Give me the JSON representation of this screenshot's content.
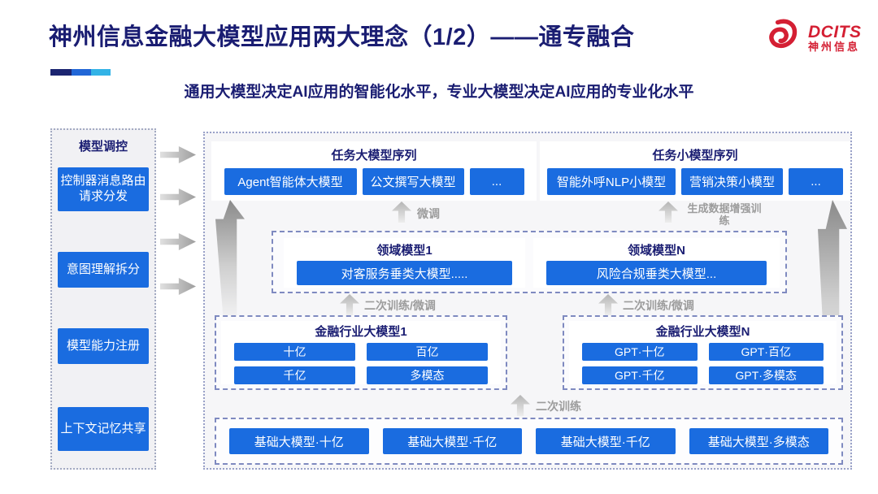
{
  "header": {
    "title": "神州信息金融大模型应用两大理念（1/2）——通专融合",
    "subtitle": "通用大模型决定AI应用的智能化水平，专业大模型决定AI应用的专业化水平",
    "logo": {
      "brand": "DCITS",
      "brand_cn": "神州信息"
    }
  },
  "colors": {
    "accent_blue": "#1a6ce0",
    "title_navy": "#1a1d72",
    "logo_red": "#d41f33",
    "flow_label_gray": "#9c9c9c",
    "accent_bar": [
      "#1b2470",
      "#2166d6",
      "#33b3e6"
    ]
  },
  "sidebar": {
    "title": "模型调控",
    "items": [
      {
        "label": "控制器消息路由请求分发"
      },
      {
        "label": "意图理解拆分"
      },
      {
        "label": "模型能力注册"
      },
      {
        "label": "上下文记忆共享"
      }
    ]
  },
  "diagram": {
    "task_large_series": {
      "title": "任务大模型序列",
      "items": [
        "Agent智能体大模型",
        "公文撰写大模型",
        "..."
      ]
    },
    "task_small_series": {
      "title": "任务小模型序列",
      "items": [
        "智能外呼NLP小模型",
        "营销决策小模型",
        "..."
      ]
    },
    "flow_labels": {
      "finetune": "微调",
      "data_augment_training": "生成数据增强训练",
      "secondary_training_finetune": "二次训练/微调",
      "secondary_training": "二次训练"
    },
    "domain_models": {
      "model1": {
        "title": "领域模型1",
        "item": "对客服务垂类大模型....."
      },
      "modelN": {
        "title": "领域模型N",
        "item": "风险合规垂类大模型..."
      }
    },
    "industry_model1": {
      "title": "金融行业大模型1",
      "items": [
        "十亿",
        "百亿",
        "千亿",
        "多模态"
      ]
    },
    "industry_modelN": {
      "title": "金融行业大模型N",
      "items": [
        "GPT·十亿",
        "GPT·百亿",
        "GPT·千亿",
        "GPT·多模态"
      ]
    },
    "base_models": {
      "items": [
        "基础大模型·十亿",
        "基础大模型·千亿",
        "基础大模型·千亿",
        "基础大模型·多模态"
      ]
    }
  }
}
